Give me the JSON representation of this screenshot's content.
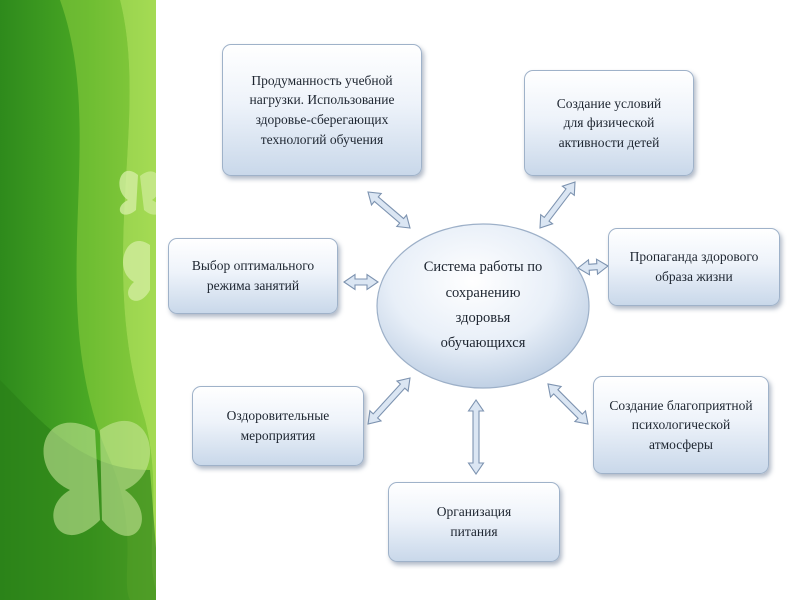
{
  "center": {
    "label": "Система работы по\nсохранению\nздоровья\nобучающихся"
  },
  "nodes": [
    {
      "id": "study-load",
      "label": "Продуманность учебной\nнагрузки. Использование\nздоровье-сберегающих\nтехнологий обучения"
    },
    {
      "id": "physical-activity",
      "label": "Создание условий\nдля физической\nактивности детей"
    },
    {
      "id": "healthy-lifestyle",
      "label": "Пропаганда здорового\nобраза жизни"
    },
    {
      "id": "psych-atmosphere",
      "label": "Создание благоприятной\nпсихологической\nатмосферы"
    },
    {
      "id": "nutrition",
      "label": "Организация\nпитания"
    },
    {
      "id": "health-events",
      "label": "Оздоровительные\nмероприятия"
    },
    {
      "id": "study-regime",
      "label": "Выбор оптимального\nрежима занятий"
    }
  ],
  "colors": {
    "green_dark": "#2f8f1e",
    "green_light": "#8fd13c",
    "arrow_fill": "#dbe6f3",
    "arrow_stroke": "#7d93b0"
  }
}
